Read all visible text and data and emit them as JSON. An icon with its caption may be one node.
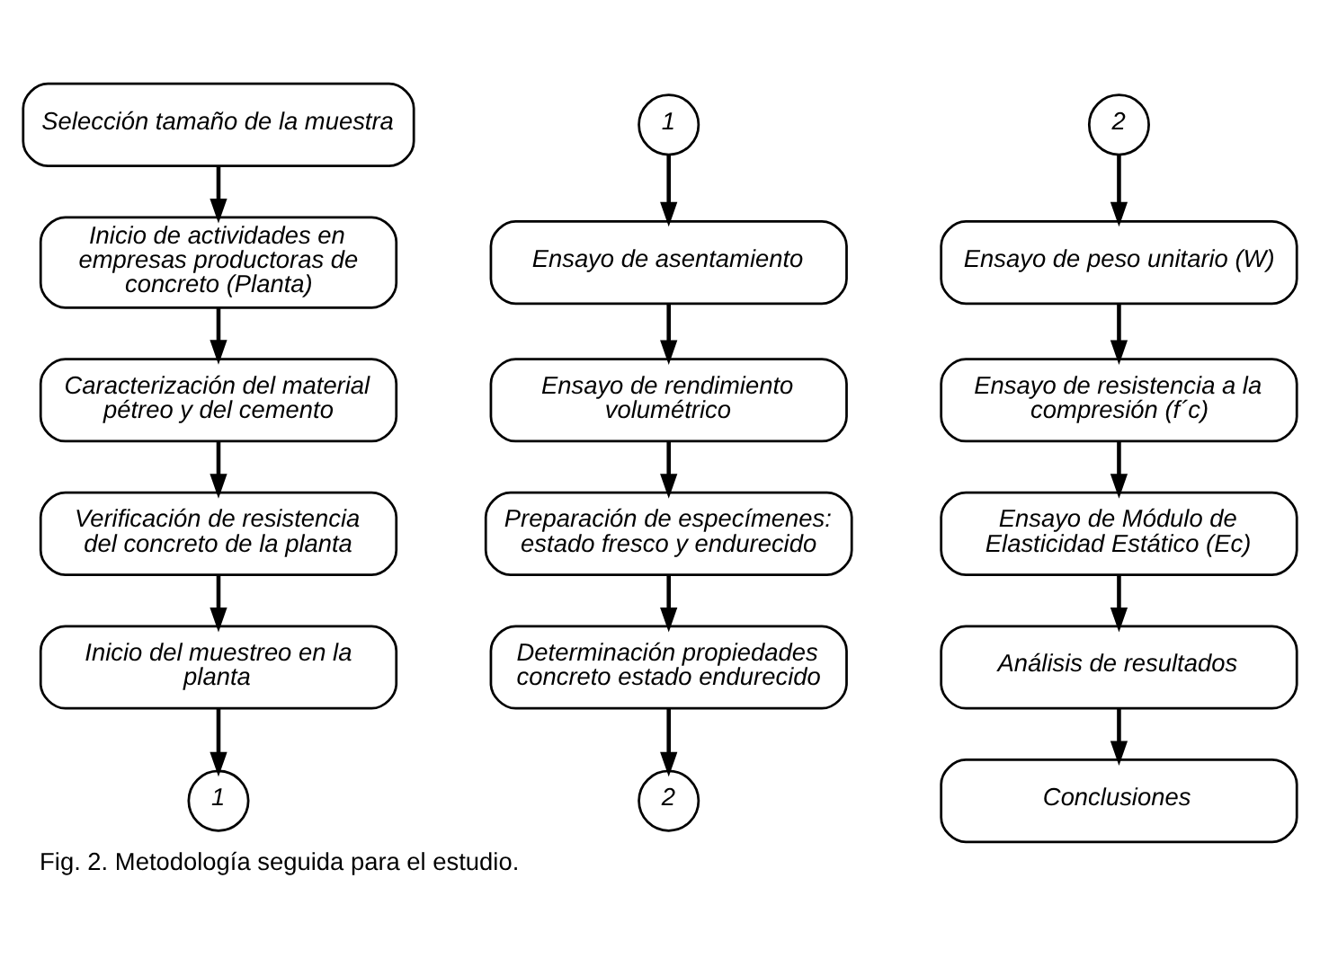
{
  "diagram": {
    "caption": "Fig. 2. Metodología seguida para el estudio.",
    "nodes": [
      {
        "text": [
          "Selección tamaño de la muestra"
        ]
      },
      {
        "text": [
          "Inicio de actividades en empresas productoras de concreto (Planta)"
        ]
      },
      {
        "text": [
          "Caracterización del material pétreo y del cemento"
        ]
      },
      {
        "text": [
          "Verificación de resistencia del concreto de la planta"
        ]
      },
      {
        "text": [
          "Inicio del muestreo en la planta"
        ]
      },
      {
        "text": [
          "1"
        ]
      },
      {
        "text": [
          "1"
        ]
      },
      {
        "text": [
          "Ensayo de asentamiento"
        ]
      },
      {
        "text": [
          "Ensayo de rendimiento volumétrico"
        ]
      },
      {
        "text": [
          "Preparación de especímenes: estado fresco y endurecido"
        ]
      },
      {
        "text": [
          "Determinación propiedades concreto estado endurecido"
        ]
      },
      {
        "text": [
          "2"
        ]
      },
      {
        "text": [
          "2"
        ]
      },
      {
        "text": [
          "Ensayo de peso unitario (W)"
        ]
      },
      {
        "text": [
          "Ensayo de resistencia a la compresión (f´c)"
        ]
      },
      {
        "text": [
          "Ensayo de Módulo de Elasticidad Estático (Ec)"
        ]
      },
      {
        "text": [
          "Análisis de resultados"
        ]
      },
      {
        "text": [
          "Conclusiones"
        ]
      }
    ],
    "edges": [
      {
        "from": 0,
        "to": 1,
        "arrow": "to"
      },
      {
        "from": 1,
        "to": 2,
        "arrow": "to"
      },
      {
        "from": 2,
        "to": 3,
        "arrow": "to"
      },
      {
        "from": 3,
        "to": 4,
        "arrow": "to"
      },
      {
        "from": 4,
        "to": 5,
        "arrow": "to"
      },
      {
        "from": 6,
        "to": 7,
        "arrow": "to"
      },
      {
        "from": 7,
        "to": 8,
        "arrow": "to"
      },
      {
        "from": 8,
        "to": 9,
        "arrow": "to"
      },
      {
        "from": 9,
        "to": 10,
        "arrow": "to"
      },
      {
        "from": 10,
        "to": 11,
        "arrow": "to"
      },
      {
        "from": 12,
        "to": 13,
        "arrow": "to"
      },
      {
        "from": 13,
        "to": 14,
        "arrow": "to"
      },
      {
        "from": 14,
        "to": 15,
        "arrow": "to"
      },
      {
        "from": 15,
        "to": 16,
        "arrow": "to"
      },
      {
        "from": 16,
        "to": 17,
        "arrow": "to"
      }
    ]
  }
}
